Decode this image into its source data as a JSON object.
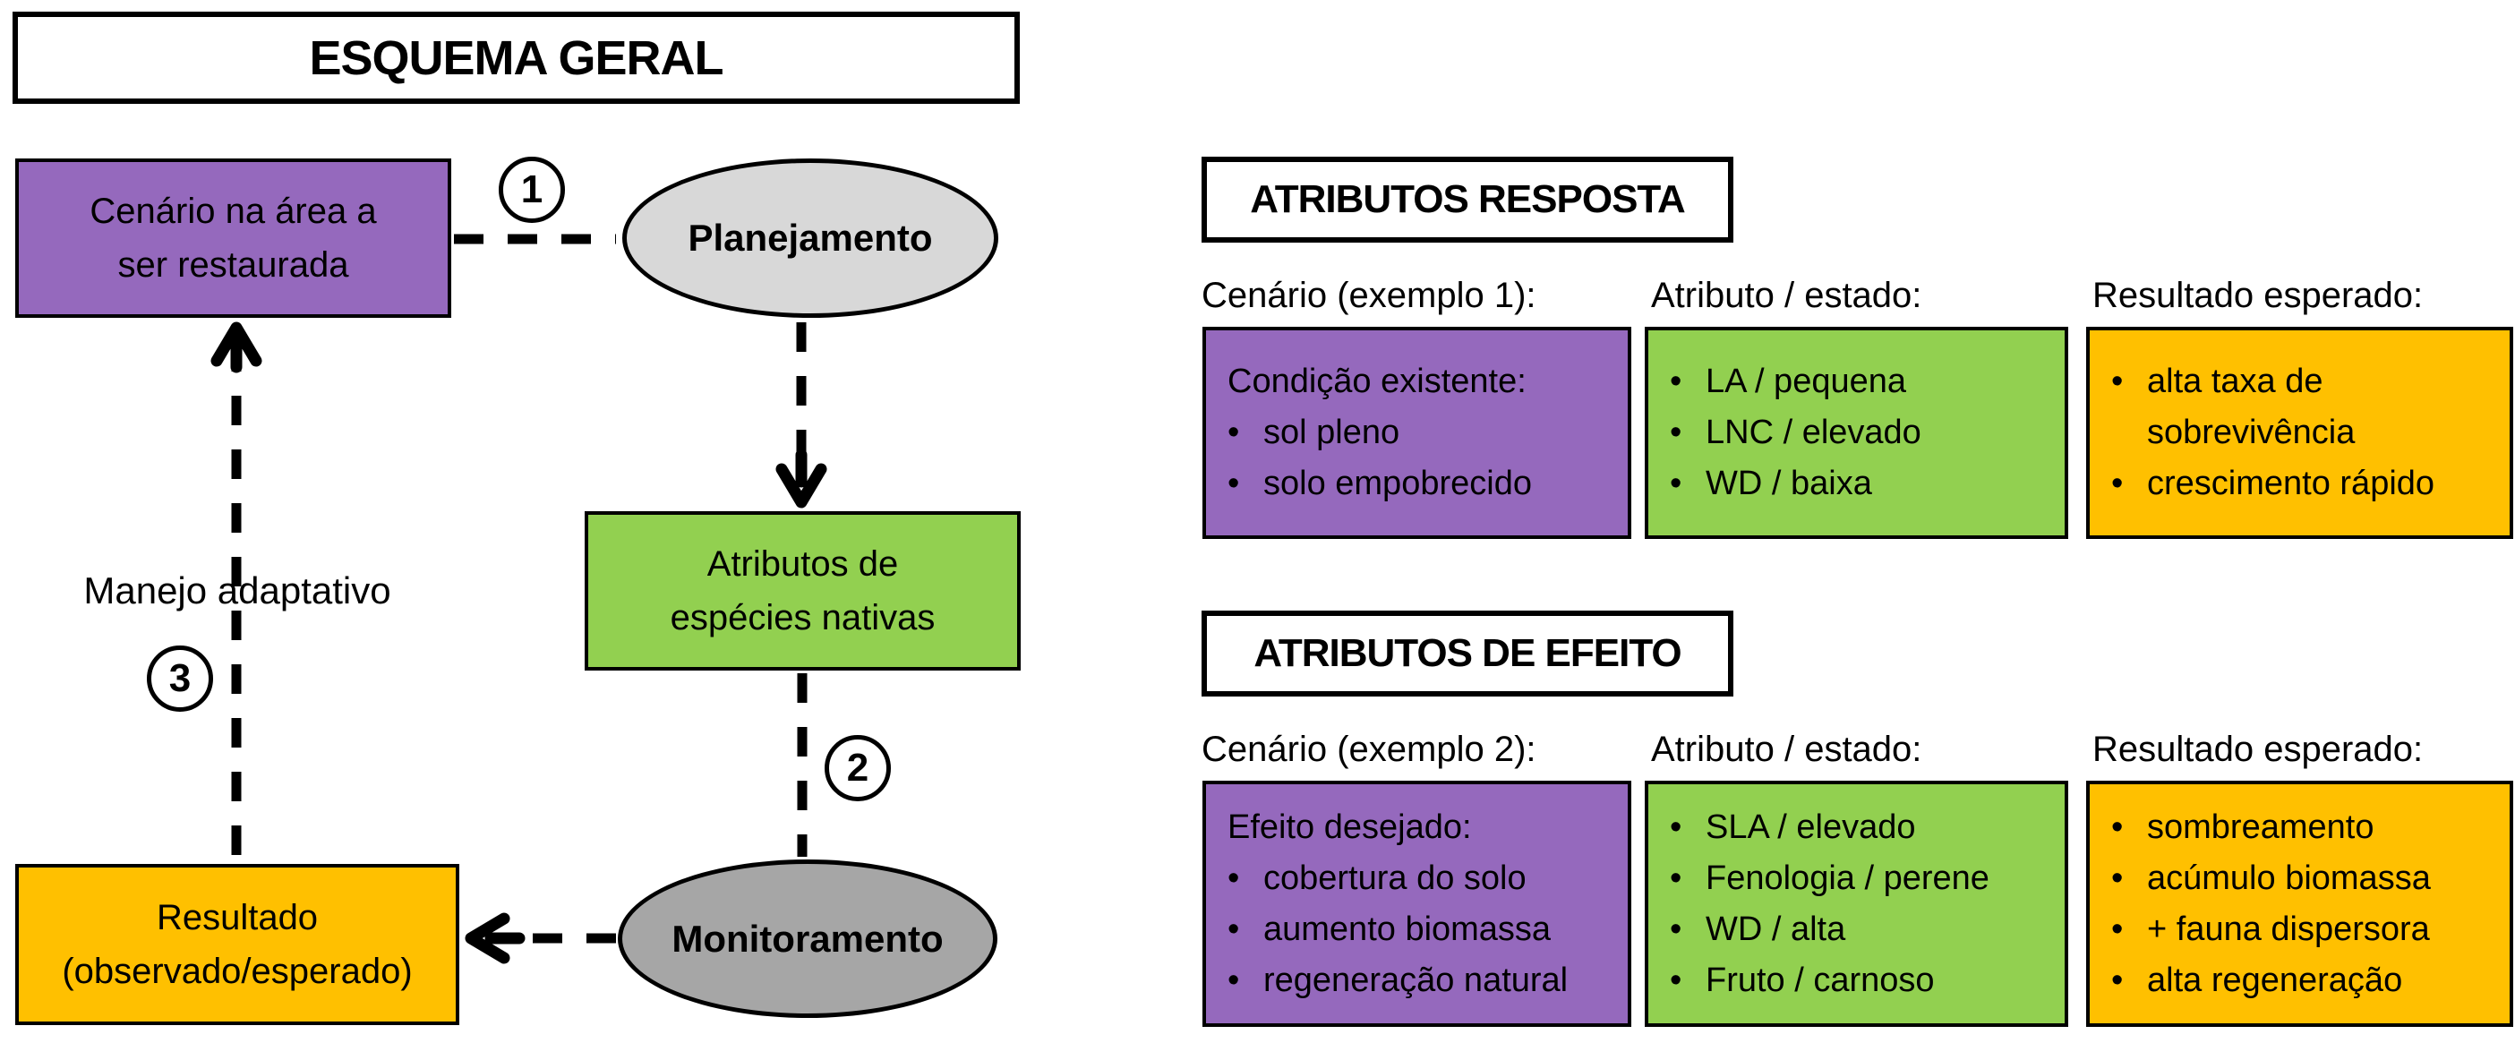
{
  "title": "ESQUEMA GERAL",
  "bullet": "•",
  "colors": {
    "purple": "#9569BD",
    "green": "#92D050",
    "orange": "#FFC000",
    "gray_light": "#D8D8D8",
    "gray_mid": "#A6A6A6",
    "line": "#000000"
  },
  "flow": {
    "scenario_box": {
      "line1": "Cenário na área a",
      "line2": "ser restaurada"
    },
    "planning_label": "Planejamento",
    "attributes_box": {
      "line1": "Atributos de",
      "line2": "espécies nativas"
    },
    "monitoring_label": "Monitoramento",
    "result_box": {
      "line1": "Resultado",
      "line2": "(observado/esperado)"
    },
    "adaptive_label": "Manejo adaptativo",
    "steps": {
      "s1": "1",
      "s2": "2",
      "s3": "3"
    }
  },
  "panels": [
    {
      "header": "ATRIBUTOS RESPOSTA",
      "columns": {
        "c1": "Cenário (exemplo 1):",
        "c2": "Atributo / estado:",
        "c3": "Resultado esperado:"
      },
      "scenario": {
        "title": "Condição existente:",
        "bullets": [
          "sol pleno",
          "solo empobrecido"
        ]
      },
      "attributes": {
        "bullets": [
          "LA / pequena",
          "LNC / elevado",
          "WD / baixa"
        ]
      },
      "results": {
        "bullets": [
          "alta taxa de sobrevivência",
          "crescimento rápido"
        ]
      }
    },
    {
      "header": "ATRIBUTOS DE EFEITO",
      "columns": {
        "c1": "Cenário (exemplo 2):",
        "c2": "Atributo / estado:",
        "c3": "Resultado esperado:"
      },
      "scenario": {
        "title": "Efeito desejado:",
        "bullets": [
          "cobertura do solo",
          "aumento biomassa",
          "regeneração natural"
        ]
      },
      "attributes": {
        "bullets": [
          "SLA / elevado",
          "Fenologia / perene",
          "WD / alta",
          "Fruto / carnoso"
        ]
      },
      "results": {
        "bullets": [
          "sombreamento",
          "acúmulo biomassa",
          "+ fauna dispersora",
          "alta regeneração"
        ]
      }
    }
  ]
}
